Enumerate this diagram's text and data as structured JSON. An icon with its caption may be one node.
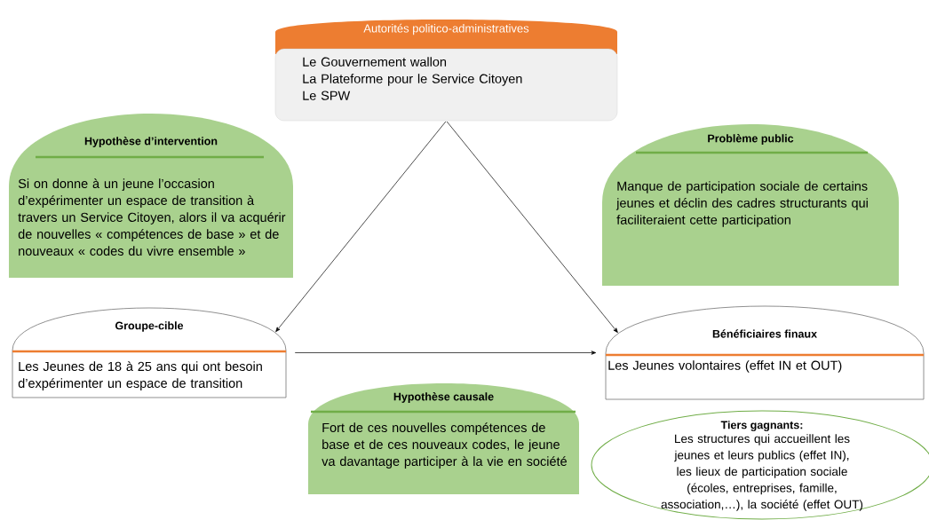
{
  "diagram": {
    "nodes": [
      {
        "text": [
          "Autorités politico-administratives",
          "Le Gouvernement wallon",
          "La Plateforme pour le Service Citoyen",
          "Le SPW"
        ]
      },
      {
        "text": [
          "Hypothèse d’intervention",
          "Si on donne à un jeune l’occasion d’expérimenter un espace de transition à travers un Service Citoyen, alors il va acquérir de nouvelles « compétences de base » et de nouveaux « codes du vivre ensemble »"
        ]
      },
      {
        "text": [
          "Problème public",
          "Manque de participation sociale de certains jeunes et déclin des cadres structurants qui faciliteraient cette participation"
        ]
      },
      {
        "text": [
          "Groupe-cible",
          "Les Jeunes de 18 à 25 ans qui ont besoin d’expérimenter un espace de transition"
        ]
      },
      {
        "text": [
          "Bénéficiaires finaux",
          "Les Jeunes volontaires (effet IN et OUT)"
        ]
      },
      {
        "text": [
          "Hypothèse causale",
          "Fort de ces nouvelles compétences de base et de ces nouveaux codes, le jeune va davantage participer à la vie en société"
        ]
      },
      {
        "text": [
          "Tiers gagnants:",
          "Les structures qui accueillent les jeunes et leurs publics (effet IN), les lieux de participation sociale (écoles, entreprises, famille, association,…), la société (effet OUT)"
        ]
      }
    ],
    "edges": [
      {
        "from": 0,
        "to": 3,
        "arrow": "to"
      },
      {
        "from": 0,
        "to": 4,
        "arrow": "to"
      },
      {
        "from": 3,
        "to": 4,
        "arrow": "to"
      }
    ]
  }
}
